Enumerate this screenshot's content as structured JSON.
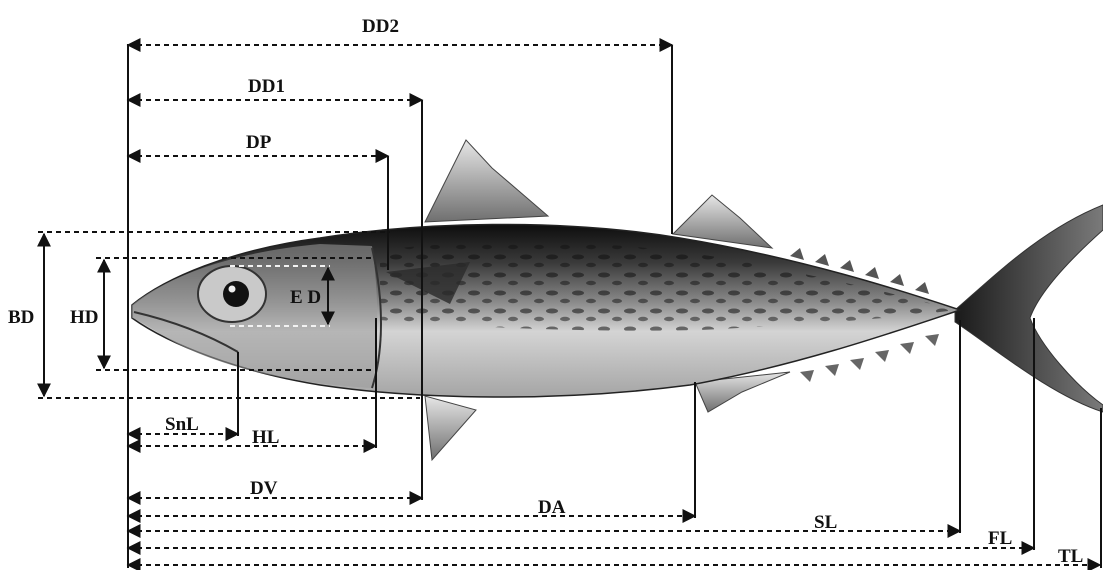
{
  "subject": "mackerel",
  "labels": {
    "dd2": "DD2",
    "dd1": "DD1",
    "dp": "DP",
    "bd": "BD",
    "hd": "HD",
    "ed": "E D",
    "snl": "SnL",
    "hl": "HL",
    "dv": "DV",
    "da": "DA",
    "sl": "SL",
    "fl": "FL",
    "tl": "TL"
  },
  "colors": {
    "line": "#111111",
    "fish_dark": "#1a1a1a",
    "fish_light": "#e8e8e8"
  }
}
